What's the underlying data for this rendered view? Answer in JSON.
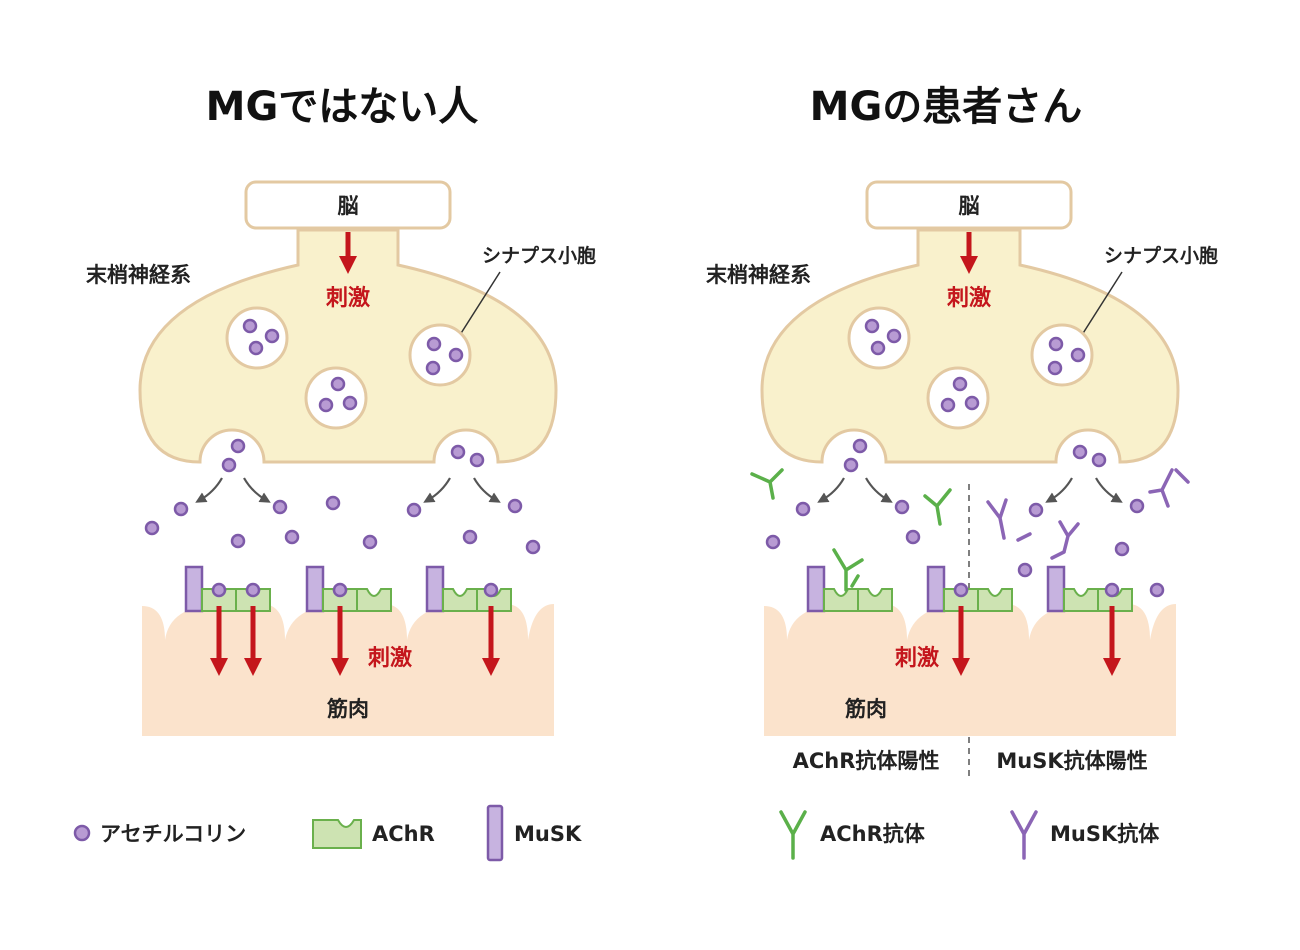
{
  "left_panel": {
    "title": "MGではない人",
    "brain": "脳",
    "nervous_system": "末梢神経系",
    "stimulus_top": "刺激",
    "vesicle_label": "シナプス小胞",
    "stimulus_muscle": "刺激",
    "muscle": "筋肉"
  },
  "right_panel": {
    "title": "MGの患者さん",
    "brain": "脳",
    "nervous_system": "末梢神経系",
    "stimulus_top": "刺激",
    "vesicle_label": "シナプス小胞",
    "stimulus_muscle": "刺激",
    "muscle": "筋肉",
    "achr_positive": "AChR抗体陽性",
    "musk_positive": "MuSK抗体陽性"
  },
  "legend": {
    "acetylcholine": "アセチルコリン",
    "achr": "AChR",
    "musk": "MuSK",
    "achr_antibody": "AChR抗体",
    "musk_antibody": "MuSK抗体"
  },
  "colors": {
    "stimulus_red": "#c4161c",
    "acetylcholine": "#b89bd3",
    "achr_green": "#6ab04c",
    "musk_purple": "#7d5aa8",
    "terminal": "#f9f1cc",
    "muscle": "#fbe3cc"
  }
}
